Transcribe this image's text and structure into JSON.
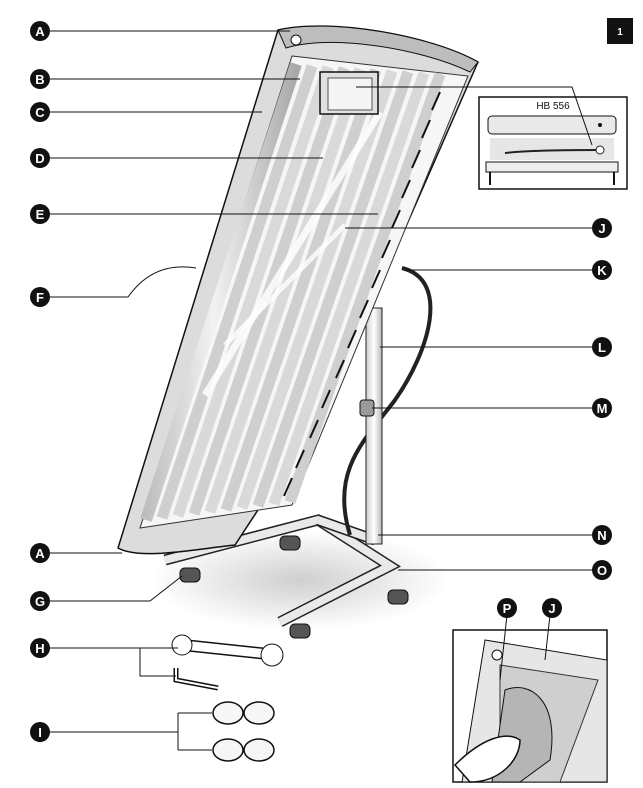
{
  "page_number": "1",
  "inset_top": {
    "model_label": "HB 556"
  },
  "labels": {
    "A_top": "A",
    "B": "B",
    "C": "C",
    "D": "D",
    "E": "E",
    "F": "F",
    "A_bottom": "A",
    "G": "G",
    "H": "H",
    "I": "I",
    "J": "J",
    "K": "K",
    "L": "L",
    "M": "M",
    "N": "N",
    "O": "O",
    "P": "P",
    "J_inset": "J"
  }
}
